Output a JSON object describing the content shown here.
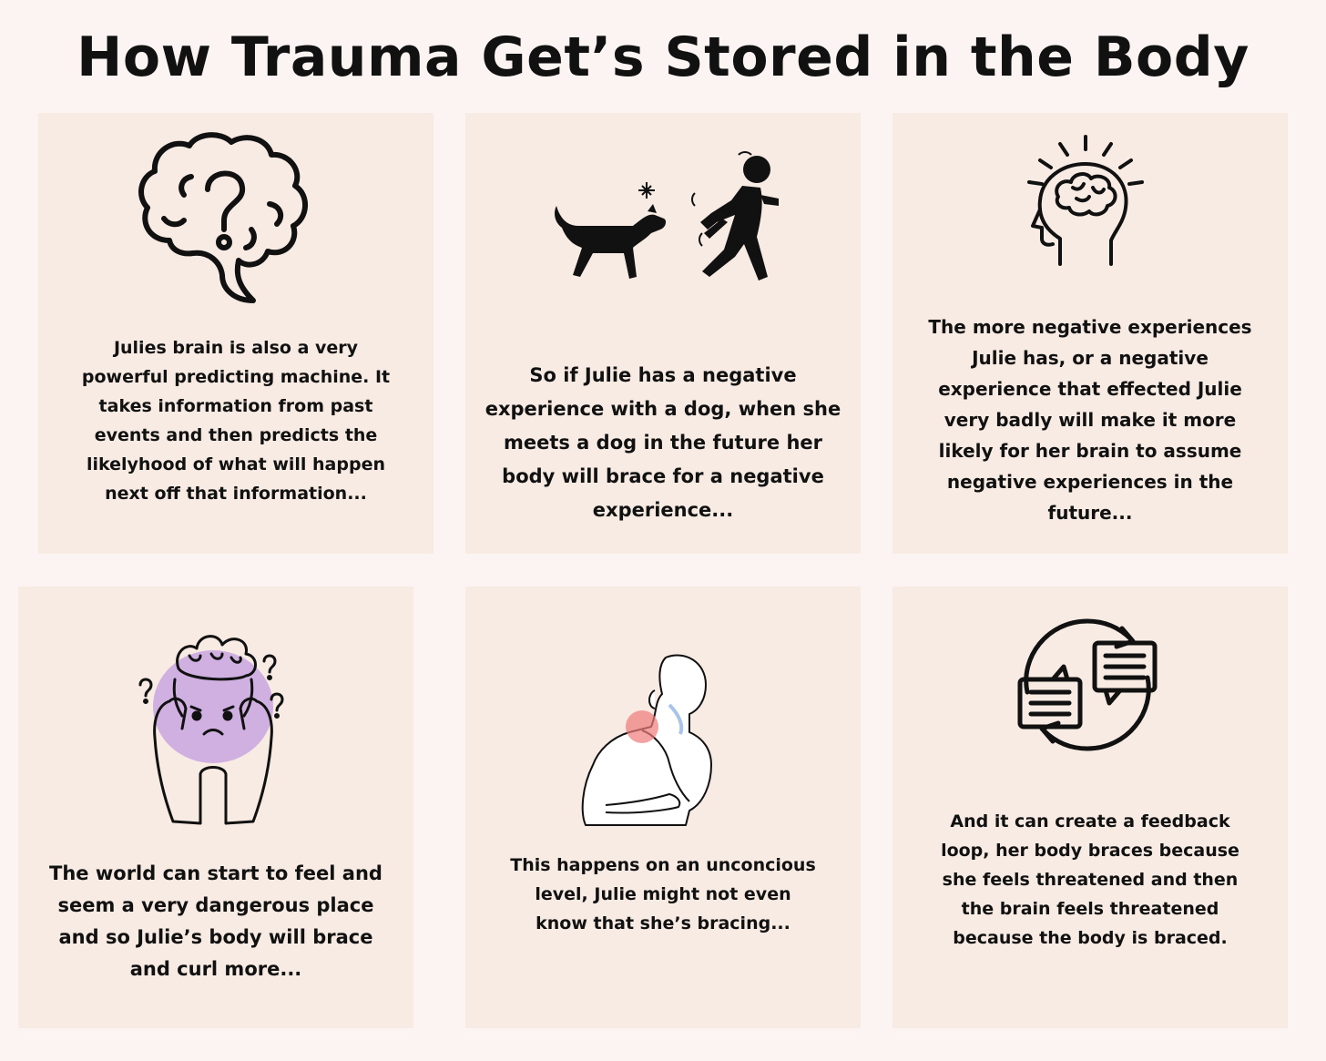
{
  "title": "How Trauma Get’s Stored in the Body",
  "cards": [
    {
      "icon": "brain-question-icon",
      "text": "Julies brain is also a very powerful predicting machine. It takes information from past events and then predicts the likelyhood of what will happen next off that information..."
    },
    {
      "icon": "dog-barking-at-person-icon",
      "text": "So if Julie has a negative experience with a dog, when she meets a dog in the future her body will brace for a negative experience..."
    },
    {
      "icon": "head-with-brain-icon",
      "text": "The more negative experiences Julie has, or a negative experience that effected Julie very badly will make it more likely for her brain to assume negative experiences in the future..."
    },
    {
      "icon": "anxious-person-icon",
      "text": "The world can start to feel and seem a very dangerous place and so Julie’s body will brace and curl more..."
    },
    {
      "icon": "neck-pain-person-icon",
      "text": "This happens on an unconcious level, Julie might not even know that she’s bracing..."
    },
    {
      "icon": "feedback-loop-chat-icon",
      "text": "And it can create a feedback loop, her body braces because she feels threatened and then the brain feels threatened because the body is braced."
    }
  ]
}
